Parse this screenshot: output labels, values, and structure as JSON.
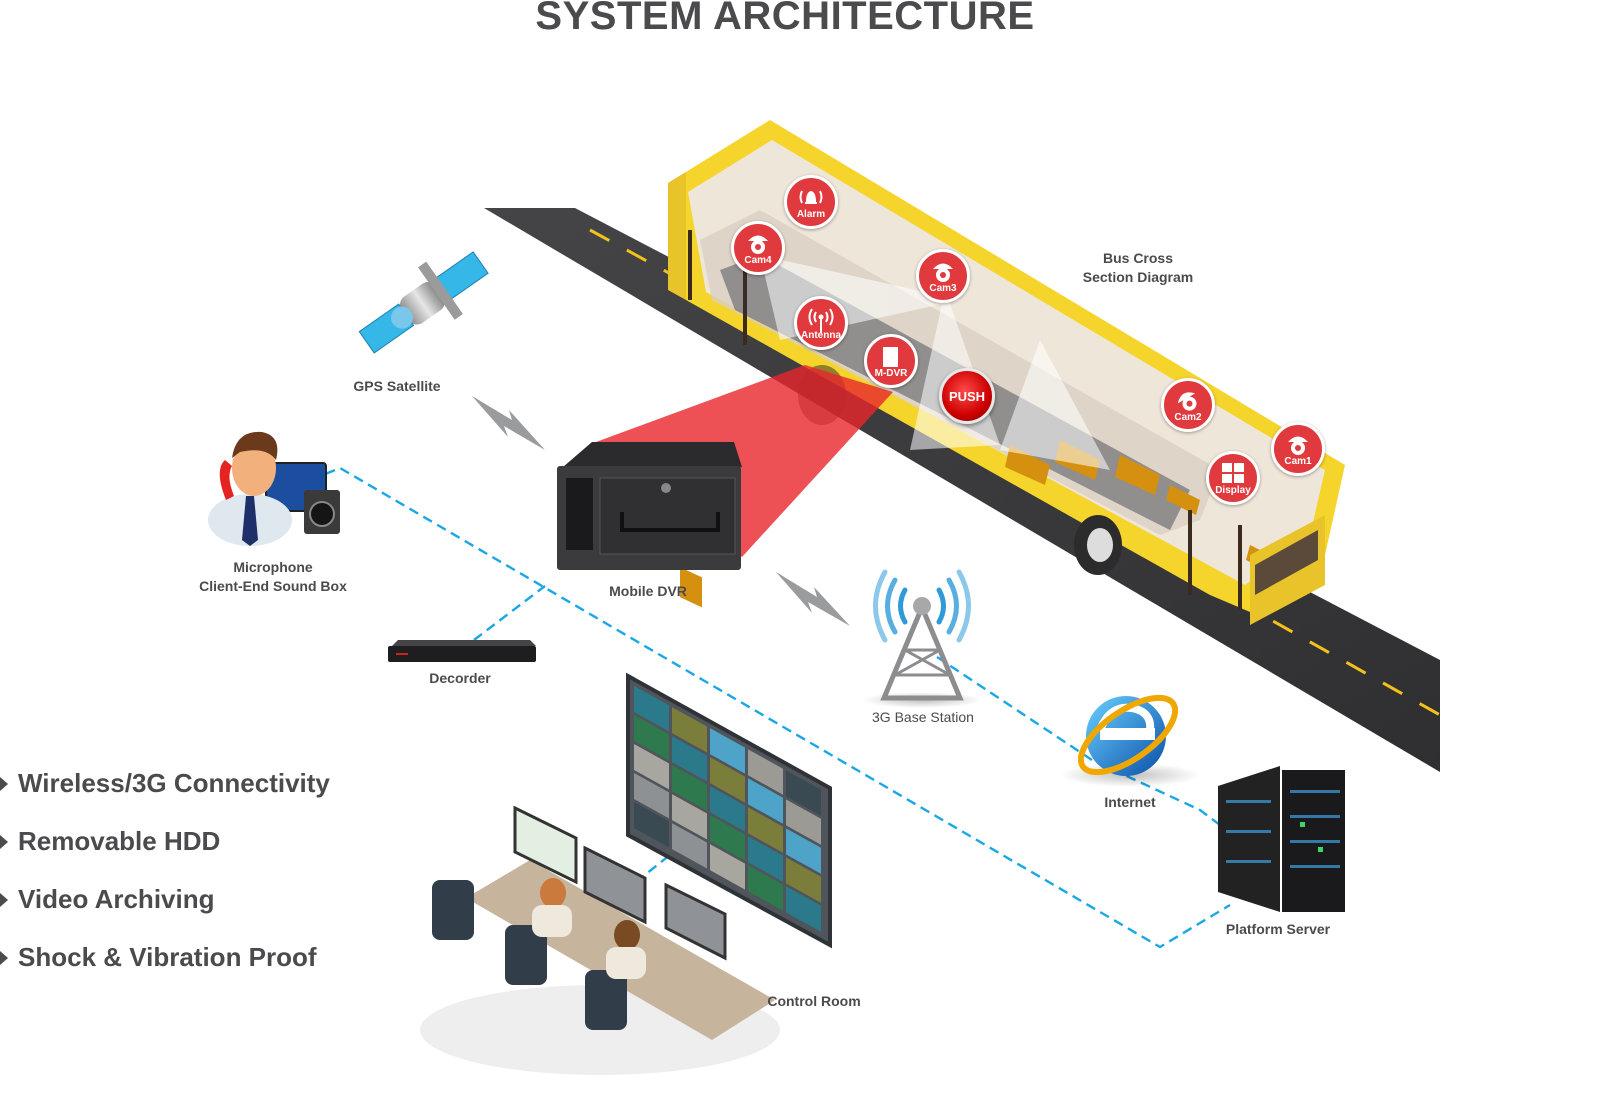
{
  "title": "SYSTEM ARCHITECTURE",
  "bus": {
    "label_line1": "Bus Cross",
    "label_line2": "Section Diagram",
    "badges": [
      {
        "id": "alarm",
        "label": "Alarm",
        "icon": "bell-icon"
      },
      {
        "id": "cam4",
        "label": "Cam4",
        "icon": "dome-camera-icon"
      },
      {
        "id": "cam3",
        "label": "Cam3",
        "icon": "dome-camera-icon"
      },
      {
        "id": "antenna",
        "label": "Antenna",
        "icon": "antenna-icon"
      },
      {
        "id": "mdvr",
        "label": "M-DVR",
        "icon": "book-icon"
      },
      {
        "id": "push",
        "label": "PUSH",
        "icon": "push-button-icon"
      },
      {
        "id": "cam2",
        "label": "Cam2",
        "icon": "dome-camera-icon"
      },
      {
        "id": "display",
        "label": "Display",
        "icon": "grid-display-icon"
      },
      {
        "id": "cam1",
        "label": "Cam1",
        "icon": "dome-camera-icon"
      }
    ]
  },
  "components": {
    "gps": "GPS Satellite",
    "mic_line1": "Microphone",
    "mic_line2": "Client-End Sound Box",
    "mdvr": "Mobile DVR",
    "decoder": "Decorder",
    "base_station": "3G Base Station",
    "internet": "Internet",
    "server": "Platform Server",
    "control_room": "Control Room"
  },
  "features": [
    "Wireless/3G Connectivity",
    "Removable HDD",
    "Video Archiving",
    "Shock & Vibration Proof"
  ],
  "colors": {
    "badge_red": "#e03a3e",
    "link_blue": "#1aa7e6",
    "bus_yellow": "#f5d52c",
    "road": "#3b3b3d",
    "text": "#4b4b4d"
  }
}
